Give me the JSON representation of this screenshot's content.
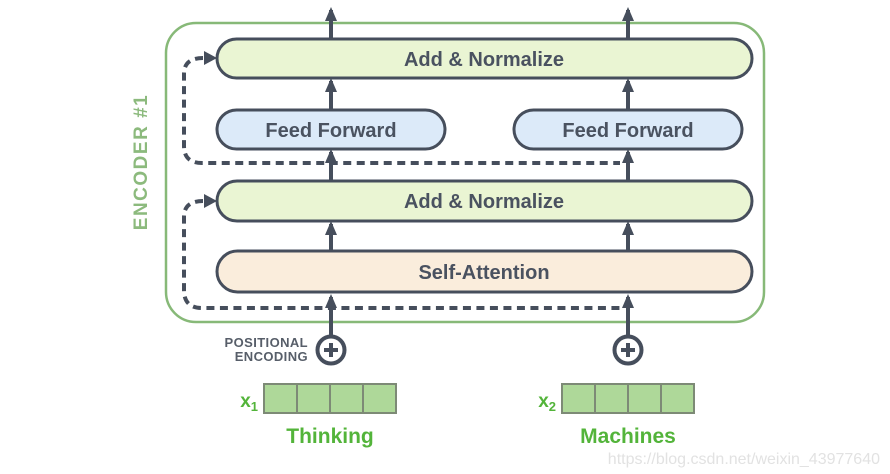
{
  "encoder": {
    "label": "ENCODER #1"
  },
  "layers": {
    "add_normalize_top": {
      "label": "Add & Normalize",
      "fill": "#eaf5d3"
    },
    "feed_forward_left": {
      "label": "Feed Forward",
      "fill": "#dceaf9"
    },
    "feed_forward_right": {
      "label": "Feed Forward",
      "fill": "#dceaf9"
    },
    "add_normalize_bottom": {
      "label": "Add & Normalize",
      "fill": "#eaf5d3"
    },
    "self_attention": {
      "label": "Self-Attention",
      "fill": "#faeddc"
    }
  },
  "positional_encoding": {
    "line1": "POSITIONAL",
    "line2": "ENCODING",
    "operator": "plus-in-circle"
  },
  "inputs": [
    {
      "label": "x",
      "subscript": "1",
      "word": "Thinking",
      "cells": 4
    },
    {
      "label": "x",
      "subscript": "2",
      "word": "Machines",
      "cells": 4
    }
  ],
  "colors": {
    "encoder_border": "#87b978",
    "encoder_label": "#8cba7d",
    "box_border": "#464e5c",
    "box_text": "#4a5260",
    "arrow": "#464e5c",
    "add_normalize_fill": "#eaf5d3",
    "feed_forward_fill": "#dceaf9",
    "self_attention_fill": "#faeddc",
    "vector_cell_fill": "#aed899",
    "vector_cell_border": "#7d8a76",
    "input_green": "#53b43a",
    "watermark_gray": "#e2e2e2"
  },
  "watermark": {
    "text": "https://blog.csdn.net/weixin_43977640"
  }
}
